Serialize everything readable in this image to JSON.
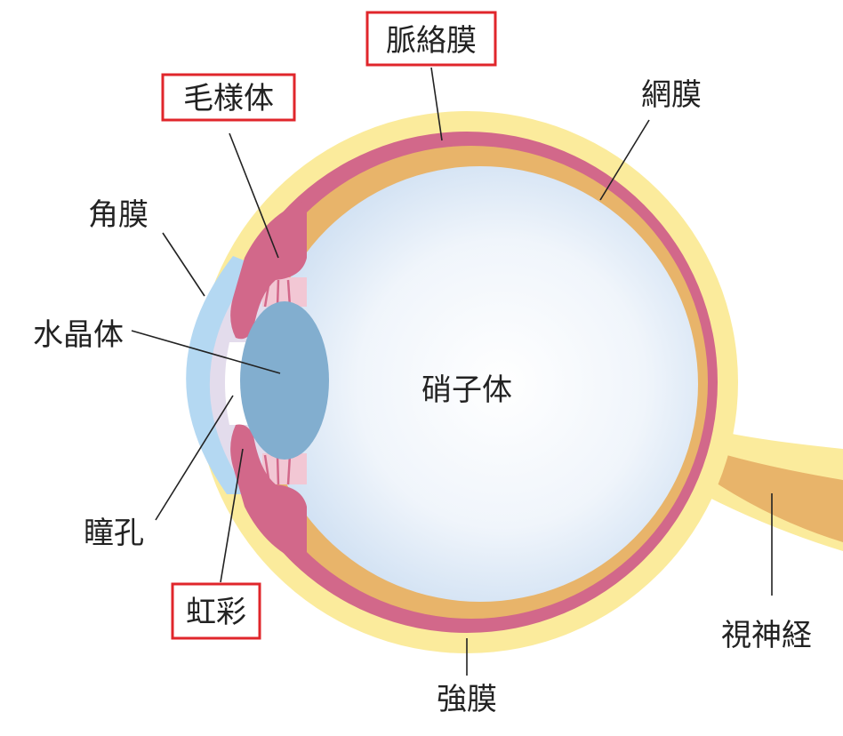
{
  "title": "眼球の構造",
  "labels": {
    "choroid": "脈絡膜",
    "ciliary_body": "毛様体",
    "retina": "網膜",
    "cornea": "角膜",
    "lens": "水晶体",
    "vitreous": "硝子体",
    "pupil": "瞳孔",
    "iris": "虹彩",
    "sclera": "強膜",
    "optic_nerve": "視神経"
  },
  "highlighted": [
    "脈絡膜",
    "毛様体",
    "虹彩"
  ],
  "colors": {
    "sclera": "#fbeb9c",
    "choroid": "#d2688a",
    "retina": "#e8b46a",
    "vitreous": "#cfe0f3",
    "cornea": "#b4d8f2",
    "aqueous": "#e3dcec",
    "lens": "#82aecf",
    "highlight_box": "#e0262b"
  }
}
